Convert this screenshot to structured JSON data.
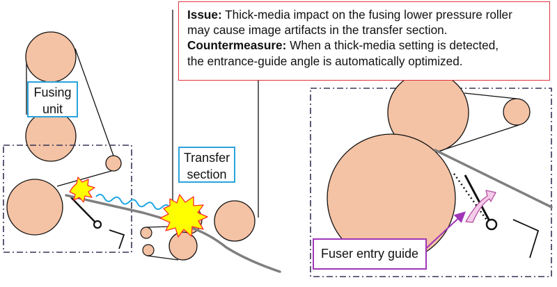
{
  "callout": {
    "issue_heading": "Issue:",
    "issue_line1": "Thick-media impact on the fusing lower pressure roller",
    "issue_line2": "may cause image artifacts in the transfer section.",
    "countermeasure_heading": "Countermeasure:",
    "countermeasure_line1": "When a thick-media setting is detected,",
    "countermeasure_line2": "the entrance-guide angle is automatically optimized."
  },
  "labels": {
    "fusing_line1": "Fusing",
    "fusing_line2": "unit",
    "transfer_line1": "Transfer",
    "transfer_line2": "section",
    "entry_guide": "Fuser entry guide"
  },
  "colors": {
    "roller_fill": "#f4c2a4",
    "outline": "#111111",
    "media_path": "#7f7f7f",
    "impact_fill": "#ffff00",
    "impact_stroke": "#ff2a2a",
    "vibration_wave": "#1fa7e6",
    "callout_border": "#e0303a",
    "label_border_blue": "#2aa3dc",
    "label_border_purple": "#a035b8",
    "rotation_arrow_fill": "#f4cbe8",
    "rotation_arrow_stroke": "#b24aa0",
    "dashed_box": "#333355"
  }
}
